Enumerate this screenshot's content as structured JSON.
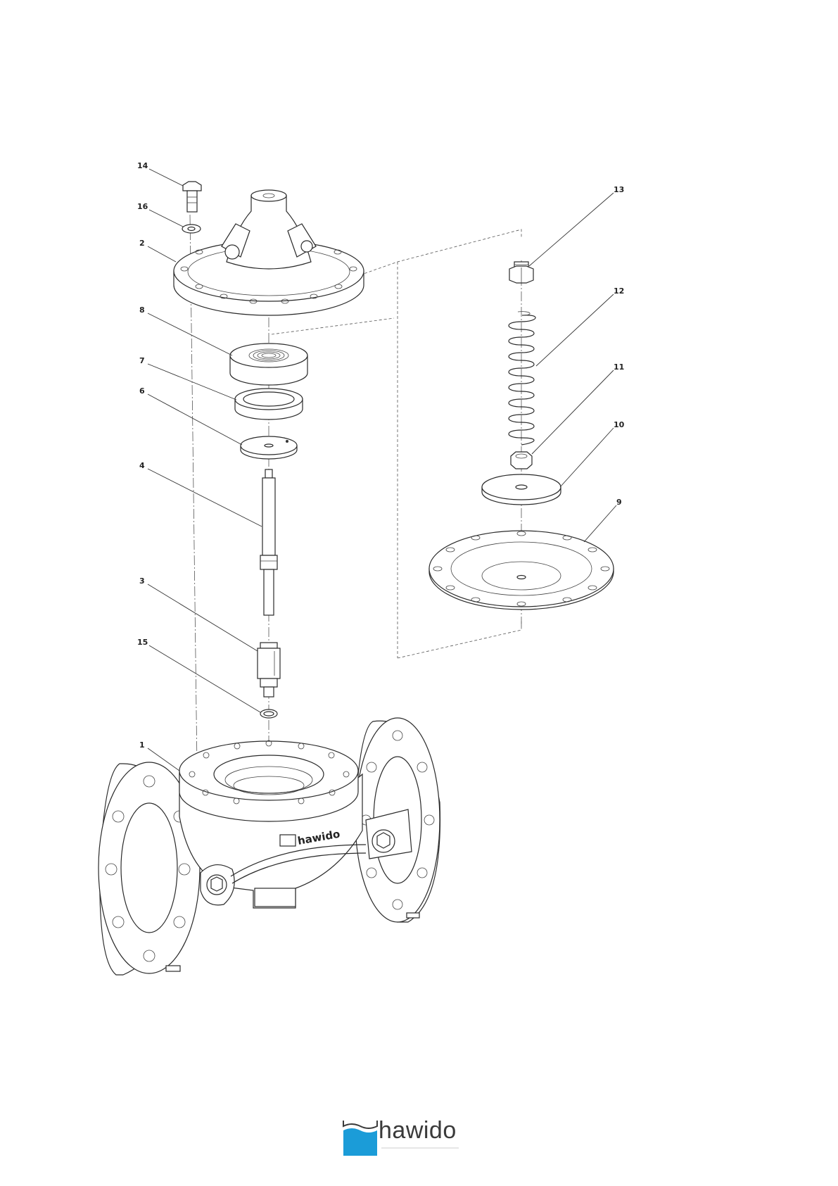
{
  "brand": {
    "logo_text": "hawido",
    "body_marking": "hawido",
    "accent_color": "#1b9cd8",
    "line_color": "#2a2a2a"
  },
  "callouts": [
    "14",
    "16",
    "2",
    "8",
    "7",
    "6",
    "4",
    "3",
    "15",
    "1",
    "13",
    "12",
    "11",
    "10",
    "9"
  ]
}
